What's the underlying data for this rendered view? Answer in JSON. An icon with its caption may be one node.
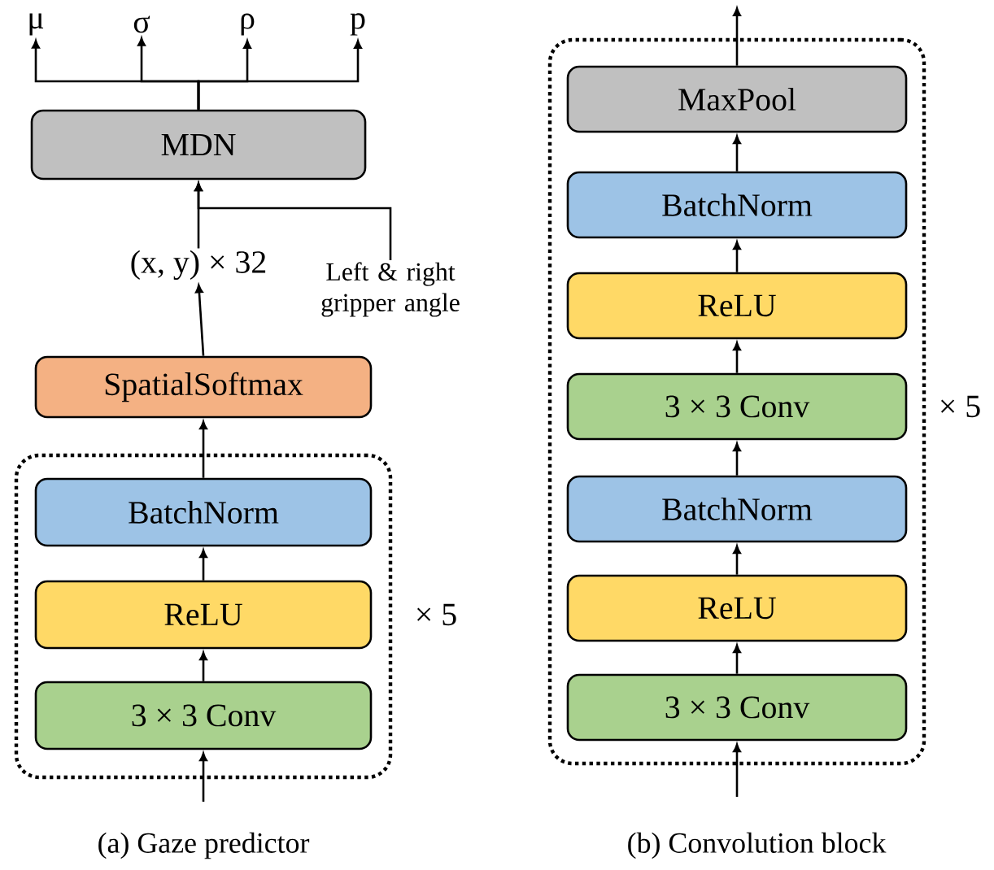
{
  "diagram": {
    "nodes": [
      {
        "text": [
          "MDN"
        ]
      },
      {
        "text": [
          "μ"
        ]
      },
      {
        "text": [
          "σ"
        ]
      },
      {
        "text": [
          "ρ"
        ]
      },
      {
        "text": [
          "p"
        ]
      },
      {
        "text": [
          "(x, y) × 32"
        ]
      },
      {
        "text": [
          "Left & right gripper angle"
        ]
      },
      {
        "text": [
          "SpatialSoftmax"
        ]
      },
      {
        "text": [],
        "shape": "box",
        "beside": [
          "× 5"
        ]
      },
      {
        "text": [
          "BatchNorm"
        ],
        "in": 8
      },
      {
        "text": [
          "ReLU"
        ],
        "in": 8
      },
      {
        "text": [
          "3 × 3 Conv"
        ],
        "in": 8
      },
      {
        "text": [],
        "shape": "box",
        "beside": [
          "× 5"
        ]
      },
      {
        "text": [
          "MaxPool"
        ],
        "in": 12
      },
      {
        "text": [
          "BatchNorm"
        ],
        "in": 12
      },
      {
        "text": [
          "ReLU"
        ],
        "in": 12
      },
      {
        "text": [
          "3 × 3 Conv"
        ],
        "in": 12
      },
      {
        "text": [
          "BatchNorm"
        ],
        "in": 12
      },
      {
        "text": [
          "ReLU"
        ],
        "in": 12
      },
      {
        "text": [
          "3 × 3 Conv"
        ],
        "in": 12
      }
    ],
    "edges": [
      {
        "from": 0,
        "to": 1,
        "arrow": "to"
      },
      {
        "from": 0,
        "to": 2,
        "arrow": "to"
      },
      {
        "from": 0,
        "to": 3,
        "arrow": "to"
      },
      {
        "from": 0,
        "to": 4,
        "arrow": "to"
      },
      {
        "from": 5,
        "to": 0,
        "arrow": "to"
      },
      {
        "from": 6,
        "to": 0,
        "arrow": "to"
      },
      {
        "from": 7,
        "to": 5,
        "arrow": "to"
      },
      {
        "from": 9,
        "to": 7,
        "arrow": "to"
      },
      {
        "from": 10,
        "to": 9,
        "arrow": "to"
      },
      {
        "from": 11,
        "to": 10,
        "arrow": "to"
      },
      {
        "from": null,
        "to": 11,
        "arrow": "to"
      },
      {
        "from": 13,
        "to": null,
        "arrow": "to"
      },
      {
        "from": 14,
        "to": 13,
        "arrow": "to"
      },
      {
        "from": 15,
        "to": 14,
        "arrow": "to"
      },
      {
        "from": 16,
        "to": 15,
        "arrow": "to"
      },
      {
        "from": 17,
        "to": 16,
        "arrow": "to"
      },
      {
        "from": 18,
        "to": 17,
        "arrow": "to"
      },
      {
        "from": 19,
        "to": 18,
        "arrow": "to"
      },
      {
        "from": null,
        "to": 19,
        "arrow": "to"
      }
    ],
    "labels": [
      "(a) Gaze predictor",
      "(b) Convolution block"
    ]
  }
}
